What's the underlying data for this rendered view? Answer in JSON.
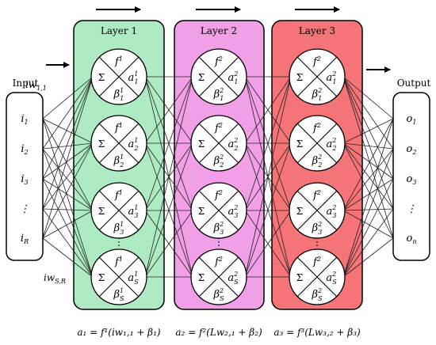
{
  "input_box": {
    "title": "Input",
    "items": [
      {
        "base": "i",
        "sub": "1"
      },
      {
        "base": "i",
        "sub": "2"
      },
      {
        "base": "i",
        "sub": "3"
      },
      {
        "base": "⋮",
        "sub": ""
      },
      {
        "base": "i",
        "sub": "R"
      }
    ]
  },
  "output_box": {
    "title": "Output",
    "items": [
      {
        "base": "o",
        "sub": "1"
      },
      {
        "base": "o",
        "sub": "2"
      },
      {
        "base": "o",
        "sub": "3"
      },
      {
        "base": "⋮",
        "sub": ""
      },
      {
        "base": "o",
        "sub": "n"
      }
    ]
  },
  "weights": {
    "first": {
      "base": "iw",
      "sub": "1,1"
    },
    "last": {
      "base": "iw",
      "sub": "S,R"
    }
  },
  "layers": [
    {
      "title": "Layer 1",
      "color": "#aeebc3",
      "neurons": [
        {
          "f": "1",
          "a_sub": "1",
          "a_sup": "1",
          "b_sub": "1",
          "b_sup": "1"
        },
        {
          "f": "1",
          "a_sub": "2",
          "a_sup": "1",
          "b_sub": "2",
          "b_sup": "1"
        },
        {
          "f": "1",
          "a_sub": "3",
          "a_sup": "1",
          "b_sub": "3",
          "b_sup": "1"
        },
        {
          "f": "1",
          "a_sub": "S",
          "a_sup": "1",
          "b_sub": "S",
          "b_sup": "1"
        }
      ],
      "formula": "a₁ = f¹(iw₁,₁ + β₁)"
    },
    {
      "title": "Layer 2",
      "color": "#f19fe7",
      "neurons": [
        {
          "f": "2",
          "a_sub": "1",
          "a_sup": "2",
          "b_sub": "1",
          "b_sup": "2"
        },
        {
          "f": "2",
          "a_sub": "2",
          "a_sup": "2",
          "b_sub": "2",
          "b_sup": "2"
        },
        {
          "f": "2",
          "a_sub": "3",
          "a_sup": "2",
          "b_sub": "3",
          "b_sup": "2"
        },
        {
          "f": "2",
          "a_sub": "S",
          "a_sup": "2",
          "b_sub": "S",
          "b_sup": "2"
        }
      ],
      "formula": "a₂ = f²(Lw₂,₁ + β₂)"
    },
    {
      "title": "Layer 3",
      "color": "#f47478",
      "neurons": [
        {
          "f": "2",
          "a_sub": "1",
          "a_sup": "2",
          "b_sub": "1",
          "b_sup": "2"
        },
        {
          "f": "2",
          "a_sub": "2",
          "a_sup": "2",
          "b_sub": "2",
          "b_sup": "2"
        },
        {
          "f": "2",
          "a_sub": "3",
          "a_sup": "2",
          "b_sub": "3",
          "b_sup": "2"
        },
        {
          "f": "2",
          "a_sub": "S",
          "a_sup": "2",
          "b_sub": "S",
          "b_sup": "2"
        }
      ],
      "formula": "a₃ = f³(Lw₃,₂ + β₃)"
    }
  ],
  "sum_symbol": "Σ",
  "ellipsis": "⋮",
  "colors": {
    "border": "#000000",
    "neuron_fill": "#ffffff"
  }
}
